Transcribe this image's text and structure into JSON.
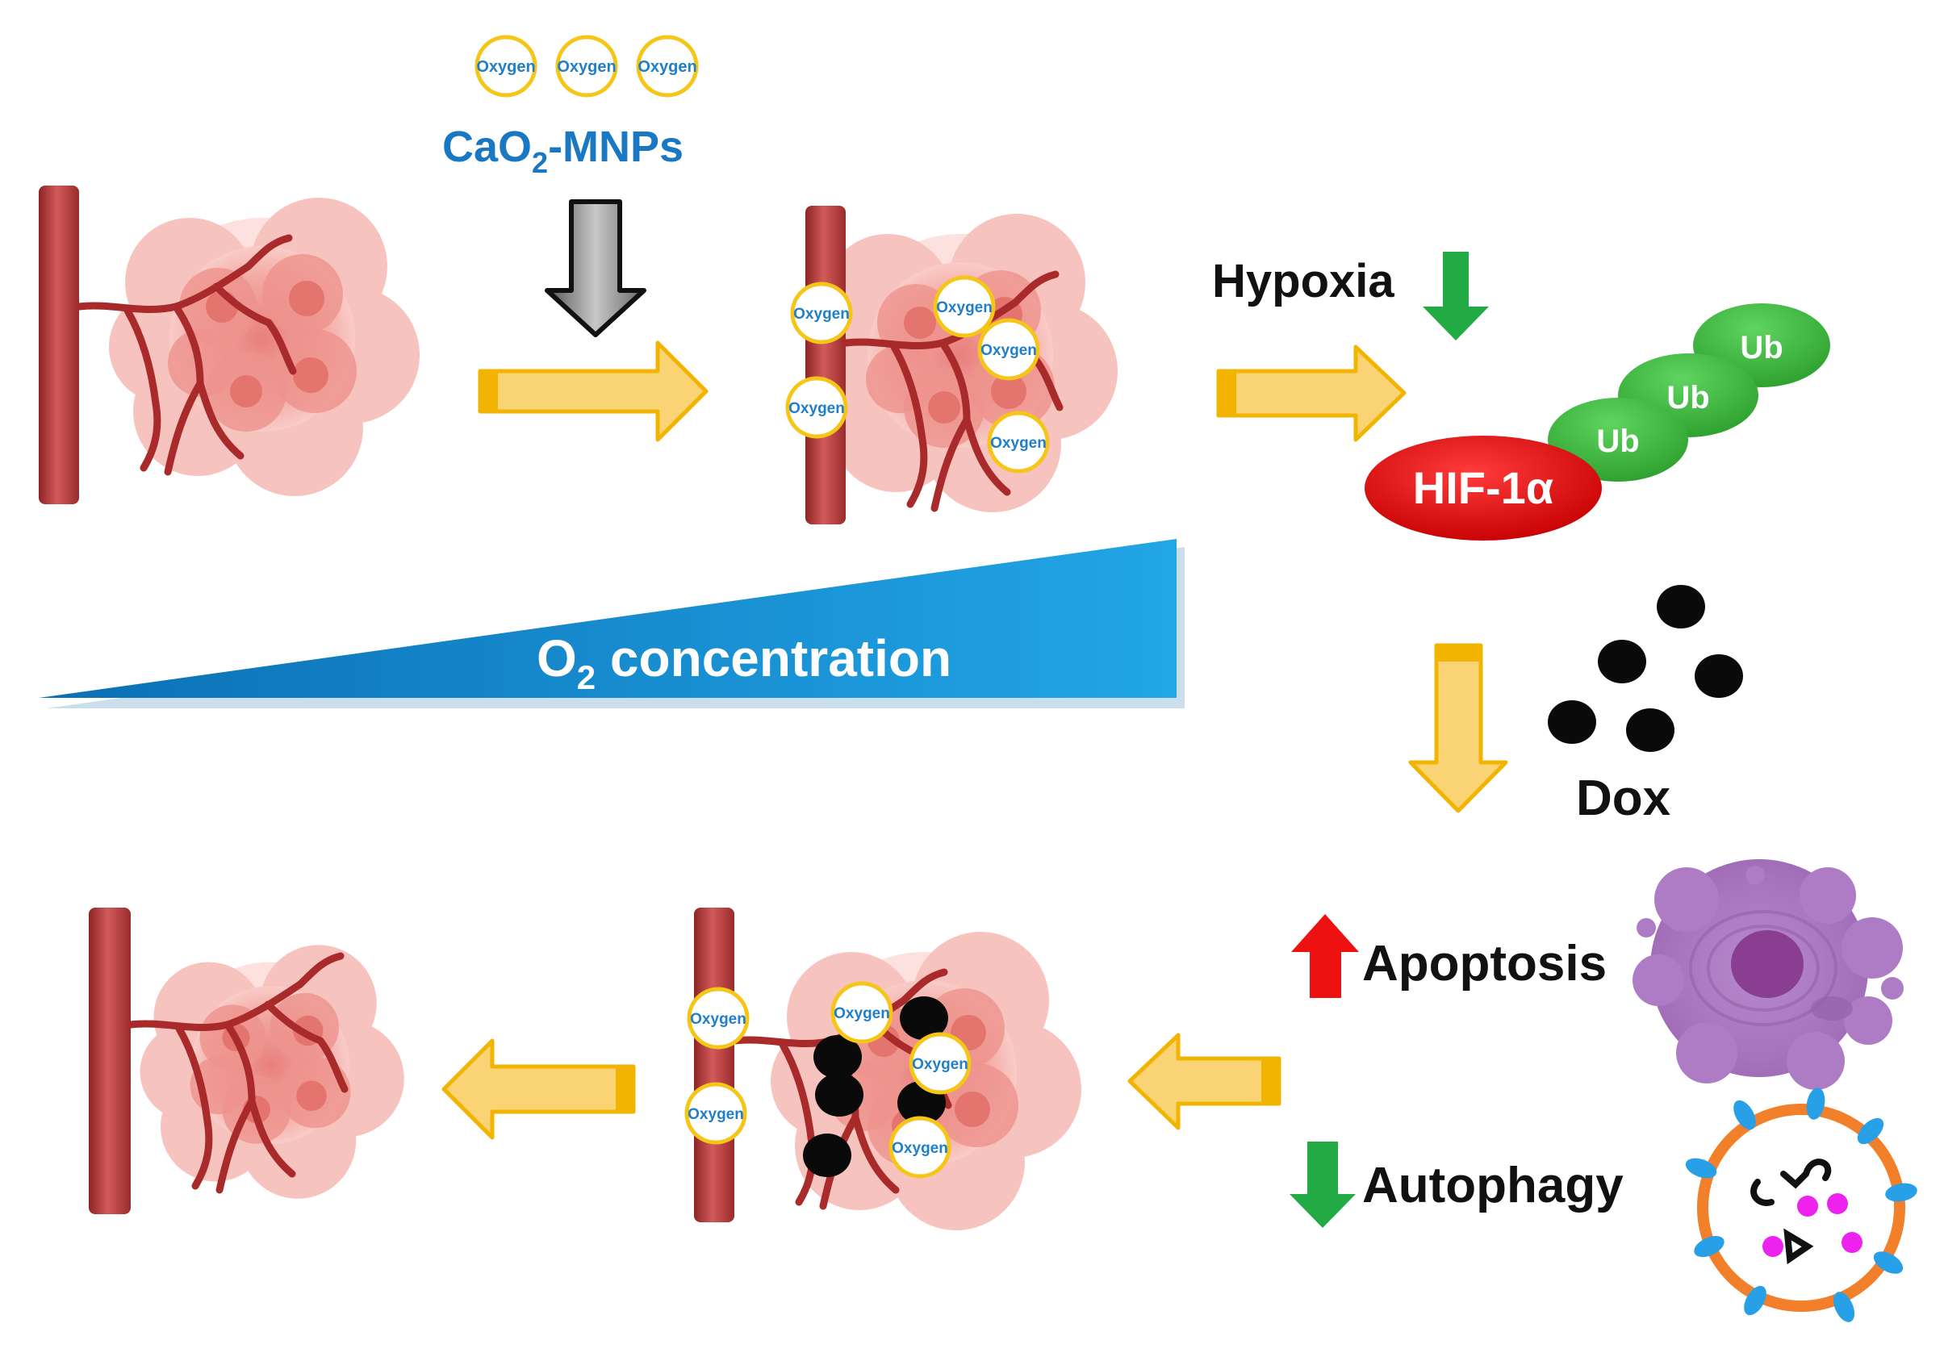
{
  "colors": {
    "oxygen_ring": "#f5c518",
    "oxygen_text": "#1f7fc8",
    "title_blue": "#1a78c2",
    "wedge_blue": "#1596dc",
    "hif_red": "#dd0000",
    "ub_green": "#3ab73a",
    "arrow_yellow": "#f9d374",
    "arrow_yellow_edge": "#f2b400",
    "down_green": "#22aa44",
    "up_red": "#ee1111",
    "vessel_red": "#b83c3c",
    "tumor_pink": "#f2a4a0",
    "apoptosis_purple": "#b07fc2",
    "autophagy_orange": "#f27f2a",
    "autophagy_blue": "#28a0e8",
    "autophagy_magenta": "#ee22ee"
  },
  "labels": {
    "oxygen": "Oxygen",
    "cao2_main": "CaO",
    "cao2_sub": "2",
    "cao2_suffix": "-MNPs",
    "o2_main": "O",
    "o2_sub": "2",
    "o2_suffix": " concentration",
    "hypoxia": "Hypoxia",
    "hif": "HIF-1α",
    "ub": "Ub",
    "dox": "Dox",
    "apoptosis": "Apoptosis",
    "autophagy": "Autophagy"
  },
  "icons": [
    "oxygen-bubble-icon",
    "blood-vessel-icon",
    "tumor-icon",
    "flow-arrow-icon",
    "down-arrow-icon",
    "up-arrow-icon",
    "dox-particle-icon",
    "apoptotic-cell-icon",
    "autophagosome-icon"
  ]
}
